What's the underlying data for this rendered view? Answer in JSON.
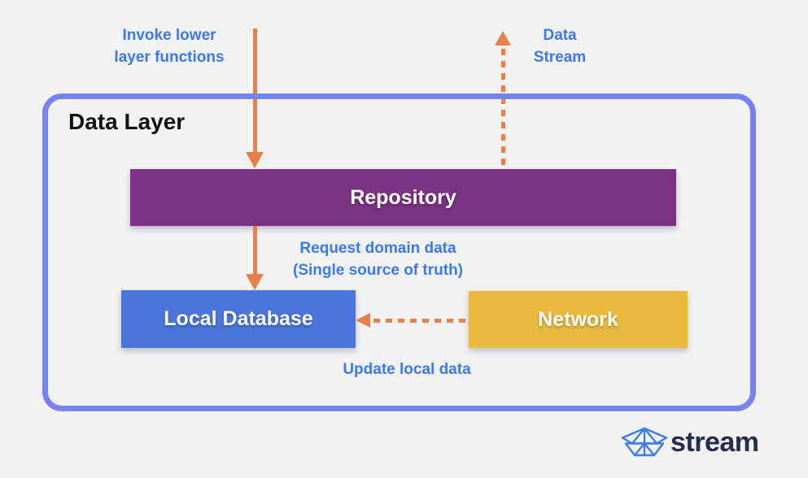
{
  "colors": {
    "background": "#f2f2f3",
    "frame_border": "#7584f2",
    "repository_fill": "#7b3383",
    "local_db_fill": "#4a76db",
    "network_fill": "#e9ba3d",
    "arrow_orange": "#e8804a",
    "label_blue": "#3b79f0",
    "title_black": "#111114",
    "logo_text": "#252d4f",
    "logo_icon": "#3d7de8"
  },
  "labels": {
    "invoke": {
      "line1": "Invoke lower",
      "line2": "layer functions"
    },
    "data_stream": {
      "line1": "Data",
      "line2": "Stream"
    },
    "frame_title": "Data Layer",
    "request": {
      "line1": "Request domain data",
      "line2": "(Single source of truth)"
    },
    "update": "Update local data"
  },
  "nodes": {
    "repository": "Repository",
    "local_database": "Local Database",
    "network": "Network"
  },
  "logo": {
    "text": "stream"
  }
}
